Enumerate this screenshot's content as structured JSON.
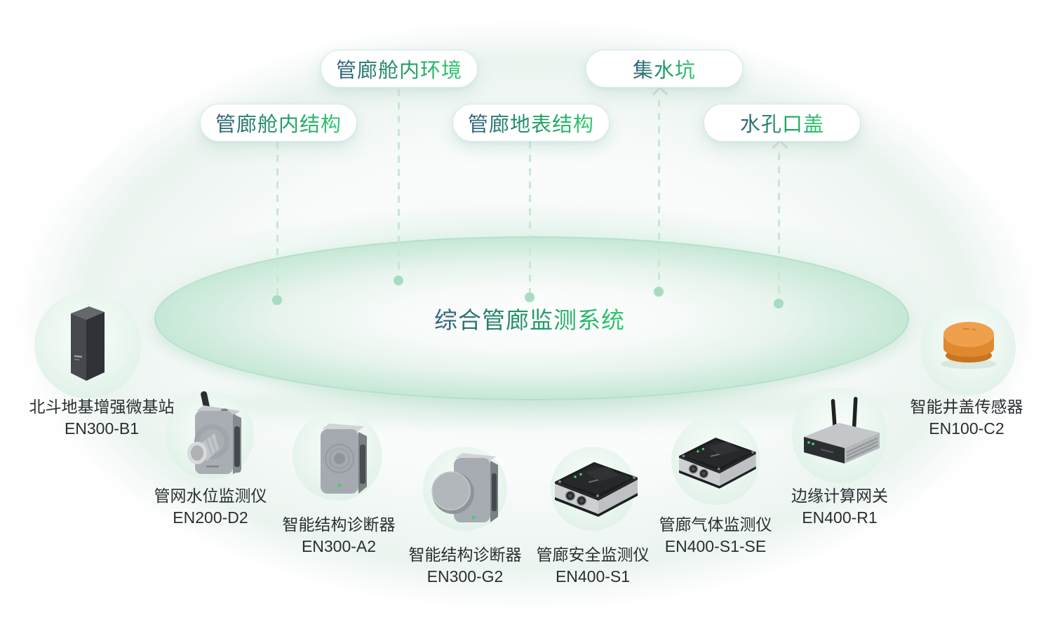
{
  "system": {
    "title": "综合管廊监测系统"
  },
  "monitoring_targets": [
    {
      "label": "管廊舱内结构"
    },
    {
      "label": "管廊舱内环境"
    },
    {
      "label": "管廊地表结构"
    },
    {
      "label": "集水坑"
    },
    {
      "label": "水孔口盖"
    }
  ],
  "devices": [
    {
      "name": "北斗地基增强微基站",
      "model": "EN300-B1",
      "icon": "beidou-base-station-icon"
    },
    {
      "name": "管网水位监测仪",
      "model": "EN200-D2",
      "icon": "water-level-monitor-icon"
    },
    {
      "name": "智能结构诊断器",
      "model": "EN300-A2",
      "icon": "structure-diagnoser-icon"
    },
    {
      "name": "智能结构诊断器",
      "model": "EN300-G2",
      "icon": "structure-diagnoser-knob-icon"
    },
    {
      "name": "管廊安全监测仪",
      "model": "EN400-S1",
      "icon": "safety-monitor-icon"
    },
    {
      "name": "管廊气体监测仪",
      "model": "EN400-S1-SE",
      "icon": "gas-monitor-icon"
    },
    {
      "name": "边缘计算网关",
      "model": "EN400-R1",
      "icon": "edge-gateway-icon"
    },
    {
      "name": "智能井盖传感器",
      "model": "EN100-C2",
      "icon": "manhole-cover-sensor-icon"
    }
  ],
  "colors": {
    "text_gradient_start": "#33607c",
    "text_gradient_end": "#2fcb6d",
    "dashed_line": "#c7e7d5",
    "connector_dot": "#a7dcc1",
    "dish_green": "#cdebdc",
    "label_text": "#2b2e31",
    "manhole_orange": "#ef9d49"
  }
}
